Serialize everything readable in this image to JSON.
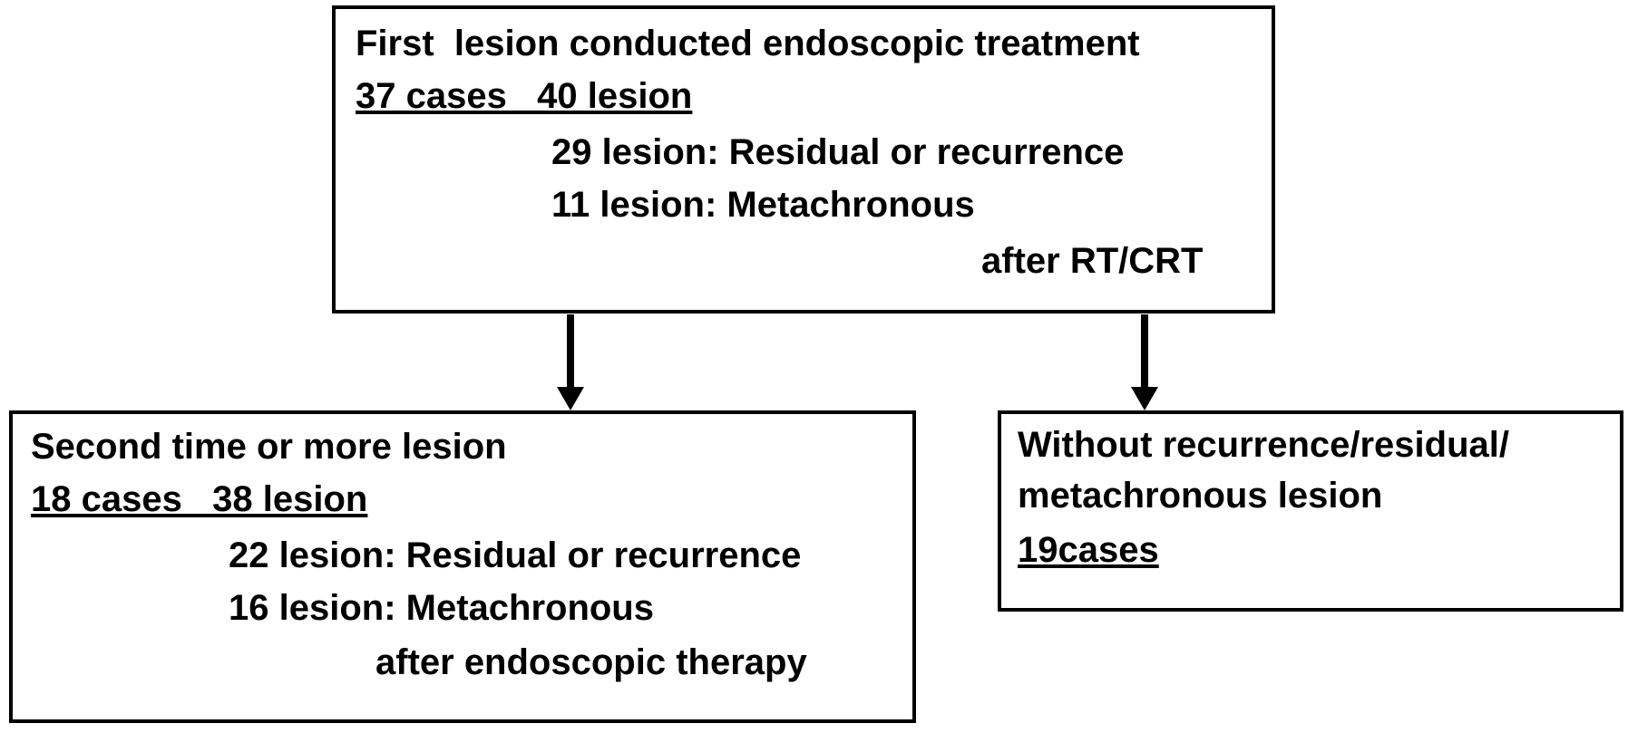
{
  "diagram": {
    "type": "flowchart",
    "nodes": {
      "first_lesion": {
        "title": "First  lesion conducted endoscopic treatment",
        "counts": "37 cases   40 lesion",
        "detail_1": "29 lesion: Residual or recurrence",
        "detail_2": "11 lesion: Metachronous",
        "detail_3": "after RT/CRT"
      },
      "second_lesion": {
        "title": "Second time or more lesion",
        "counts": "18 cases   38 lesion",
        "detail_1": "22 lesion: Residual or recurrence",
        "detail_2": "16 lesion: Metachronous",
        "detail_3": "after endoscopic therapy"
      },
      "without_recurrence": {
        "title_line_1": "Without recurrence/residual/",
        "title_line_2": "metachronous lesion",
        "counts": "19cases"
      }
    },
    "connectors": [
      {
        "name": "arrow-first-to-second",
        "from": "first_lesion",
        "to": "second_lesion",
        "direction": "down"
      },
      {
        "name": "arrow-first-to-without",
        "from": "first_lesion",
        "to": "without_recurrence",
        "direction": "down"
      }
    ],
    "colors": {
      "stroke": "#000000",
      "fill": "#ffffff",
      "text": "#000000"
    }
  }
}
